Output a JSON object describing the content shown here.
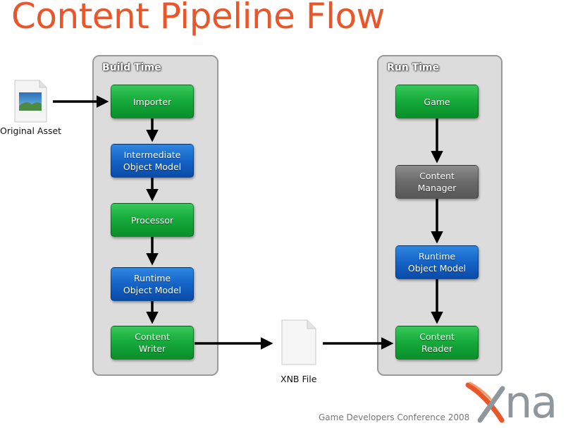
{
  "title": "Content Pipeline Flow",
  "build_panel": {
    "label": "Build Time"
  },
  "run_panel": {
    "label": "Run Time"
  },
  "original_asset": {
    "label": "Original Asset",
    "icon": "image-file-icon"
  },
  "xnb_file": {
    "label": "XNB File",
    "icon": "blank-file-icon"
  },
  "build_nodes": {
    "importer": "Importer",
    "intermediate": "Intermediate\nObject Model",
    "processor": "Processor",
    "runtime_om": "Runtime\nObject Model",
    "writer": "Content\nWriter"
  },
  "run_nodes": {
    "game": "Game",
    "manager": "Content\nManager",
    "runtime_om": "Runtime\nObject Model",
    "reader": "Content\nReader"
  },
  "colors": {
    "title": "#e8562a",
    "green": "#15a93a",
    "blue": "#1563c7",
    "gray": "#6a6a6a",
    "panel": "#dcdcdc",
    "logo_x": "#e8562a",
    "logo_text": "#8f979c"
  },
  "footer": {
    "text": "Game Developers Conference 2008"
  },
  "logo": {
    "text": "na"
  }
}
